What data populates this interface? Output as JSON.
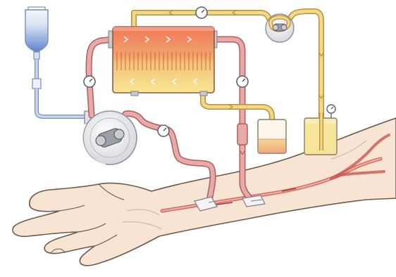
{
  "figure": {
    "components": [
      {
        "id": "saline-bag",
        "label": ""
      },
      {
        "id": "blood-pump",
        "label": ""
      },
      {
        "id": "dialyzer",
        "label": ""
      },
      {
        "id": "dialysate-pump",
        "label": ""
      },
      {
        "id": "fresh-dialysate-container",
        "label": ""
      },
      {
        "id": "used-dialysate-container",
        "label": ""
      },
      {
        "id": "pressure-gauges",
        "count": 5
      },
      {
        "id": "arm",
        "label": ""
      }
    ],
    "colors": {
      "blood_tube": "#e8a9a9",
      "blood_tube_outline": "#b25c5c",
      "dialysate_tube": "#f3d78b",
      "dialysate_tube_outline": "#b99135",
      "saline_line": "#c8d6ef",
      "saline_fluid": "#6f8fd1",
      "dialyzer_top": "#f07f5f",
      "dialyzer_bottom": "#f6e08d",
      "skin": "#f8e4d3",
      "skin_outline": "#6b5a4d",
      "vein": "#c9574f",
      "pump_glass": "#e5e7ea"
    }
  }
}
